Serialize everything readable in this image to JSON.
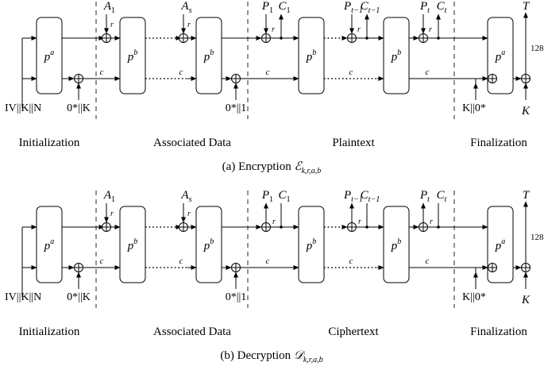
{
  "encryption": {
    "caption": "(a) Encryption",
    "caption_symbol": "ℰ",
    "caption_sub": "k,r,a,b",
    "perm_initial": {
      "base": "p",
      "sup": "a"
    },
    "perm_middle": {
      "base": "p",
      "sup": "b"
    },
    "perm_final": {
      "base": "p",
      "sup": "a"
    },
    "input_label": "IV||K||N",
    "init_xor_label": "0*||K",
    "ad_end_label": "0*||1",
    "final_xor_label": "K||0*",
    "key_label": "K",
    "tag_label": "T",
    "tag_bits": "128",
    "rate_label": "r",
    "capacity_label": "c",
    "ad_labels": [
      {
        "b": "A",
        "s": "1"
      },
      {
        "b": "A",
        "s": "s"
      }
    ],
    "pt_labels": [
      {
        "in": {
          "b": "P",
          "s": "1"
        },
        "out": {
          "b": "C",
          "s": "1"
        }
      },
      {
        "in": {
          "b": "P",
          "s": "t−1"
        },
        "out": {
          "b": "C",
          "s": "t−1"
        }
      },
      {
        "in": {
          "b": "P",
          "s": "t"
        },
        "out": {
          "b": "C",
          "s": "t"
        }
      }
    ],
    "phases": [
      "Initialization",
      "Associated Data",
      "Plaintext",
      "Finalization"
    ]
  },
  "decryption": {
    "caption": "(b) Decryption",
    "caption_symbol": "𝒟",
    "caption_sub": "k,r,a,b",
    "perm_initial": {
      "base": "p",
      "sup": "a"
    },
    "perm_middle": {
      "base": "p",
      "sup": "b"
    },
    "perm_final": {
      "base": "p",
      "sup": "a"
    },
    "input_label": "IV||K||N",
    "init_xor_label": "0*||K",
    "ad_end_label": "0*||1",
    "final_xor_label": "K||0*",
    "key_label": "K",
    "tag_label": "T",
    "tag_bits": "128",
    "rate_label": "r",
    "capacity_label": "c",
    "ad_labels": [
      {
        "b": "A",
        "s": "1"
      },
      {
        "b": "A",
        "s": "s"
      }
    ],
    "pt_labels": [
      {
        "in": {
          "b": "P",
          "s": "1"
        },
        "out": {
          "b": "C",
          "s": "1"
        }
      },
      {
        "in": {
          "b": "P",
          "s": "t−1"
        },
        "out": {
          "b": "C",
          "s": "t−1"
        }
      },
      {
        "in": {
          "b": "P",
          "s": "t"
        },
        "out": {
          "b": "C",
          "s": "t"
        }
      }
    ],
    "phases": [
      "Initialization",
      "Associated Data",
      "Ciphertext",
      "Finalization"
    ]
  }
}
